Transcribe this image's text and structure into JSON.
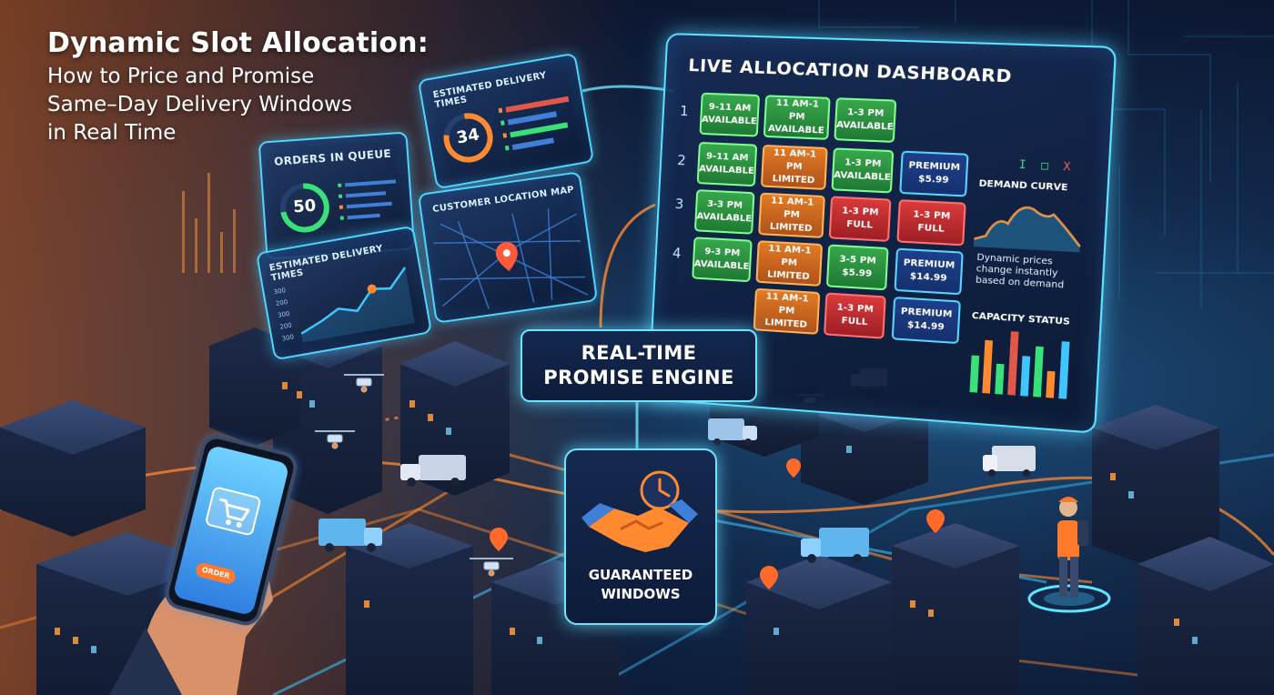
{
  "headline": {
    "title": "Dynamic Slot Allocation:",
    "subtitle_lines": [
      "How to Price and Promise",
      "Same–Day Delivery Windows",
      "in Real Time"
    ]
  },
  "orders_panel": {
    "title": "ORDERS IN QUEUE",
    "count": "50"
  },
  "est_panel_top": {
    "title": "ESTIMATED DELIVERY TIMES",
    "value": "34"
  },
  "est_panel_left": {
    "title": "ESTIMATED DELIVERY TIMES",
    "axis_ticks": [
      "300",
      "200",
      "300",
      "200",
      "300"
    ]
  },
  "map_panel": {
    "title": "CUSTOMER LOCATION MAP"
  },
  "dashboard": {
    "title": "LIVE ALLOCATION DASHBOARD",
    "window_controls": [
      "I",
      "□",
      "X"
    ],
    "row_numbers": [
      "1",
      "2",
      "3",
      "4"
    ],
    "rows": [
      [
        {
          "time": "9-11 AM",
          "status": "AVAILABLE"
        },
        {
          "time": "11 AM-1 PM",
          "status": "AVAILABLE"
        },
        {
          "time": "1-3 PM",
          "status": "AVAILABLE"
        }
      ],
      [
        {
          "time": "9-11 AM",
          "status": "AVAILABLE"
        },
        {
          "time": "11 AM-1 PM",
          "status": "LIMITED"
        },
        {
          "time": "1-3 PM",
          "status": "AVAILABLE"
        },
        {
          "time": "PREMIUM",
          "status": "$5.99"
        }
      ],
      [
        {
          "time": "3-3 PM",
          "status": "AVAILABLE"
        },
        {
          "time": "11 AM-1 PM",
          "status": "LIMITED"
        },
        {
          "time": "1-3 PM",
          "status": "FULL"
        },
        {
          "time": "1-3 PM",
          "status": "FULL"
        }
      ],
      [
        {
          "time": "9-3 PM",
          "status": "AVAILABLE"
        },
        {
          "time": "11 AM-1 PM",
          "status": "LIMITED"
        },
        {
          "time": "3-5 PM",
          "status": "$5.99"
        },
        {
          "time": "PREMIUM",
          "status": "$14.99"
        }
      ],
      [
        {
          "time": "",
          "status": ""
        },
        {
          "time": "11 AM-1 PM",
          "status": "LIMITED"
        },
        {
          "time": "1-3 PM",
          "status": "FULL"
        },
        {
          "time": "PREMIUM",
          "status": "$14.99"
        }
      ]
    ],
    "demand_curve": {
      "title": "DEMAND CURVE",
      "note_lines": [
        "Dynamic prices",
        "change instantly",
        "based on demand"
      ]
    },
    "capacity": {
      "title": "CAPACITY STATUS",
      "bars": [
        0.55,
        0.8,
        0.45,
        0.95,
        0.6,
        0.75,
        0.4,
        0.85
      ]
    }
  },
  "engine": {
    "lines": [
      "REAL-TIME",
      "PROMISE ENGINE"
    ]
  },
  "guarantee": {
    "lines": [
      "GUARANTEED",
      "WINDOWS"
    ]
  },
  "phone": {
    "order_label": "ORDER"
  },
  "colors": {
    "glow": "#4fd5ff",
    "available": "#2f9a45",
    "limited": "#d56a22",
    "full": "#c92e32",
    "premium": "#1d3f8a",
    "accent_orange": "#ff8a30"
  }
}
